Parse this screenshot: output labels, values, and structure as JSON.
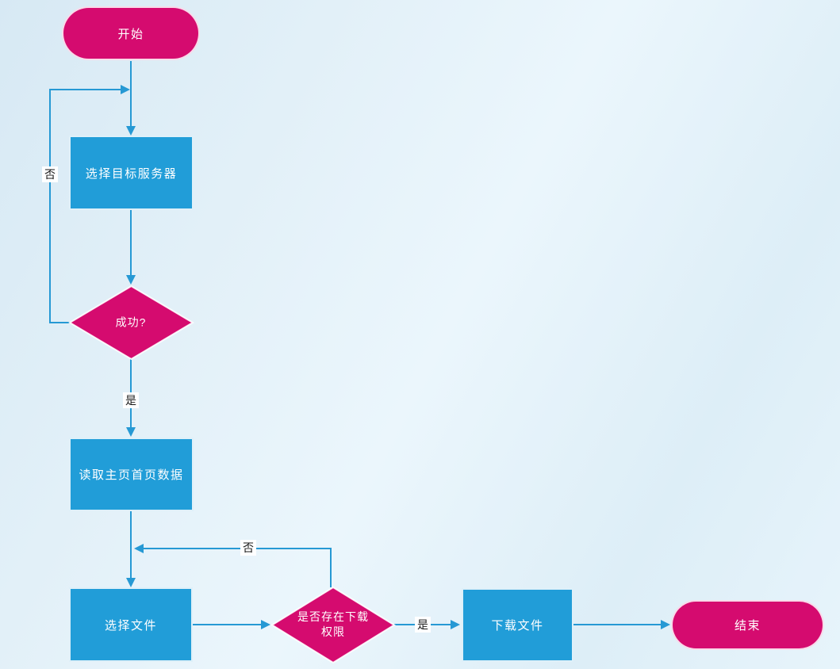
{
  "colors": {
    "process_fill": "#219dd8",
    "decision_fill": "#d50b6f",
    "terminator_fill": "#d50b6f",
    "connector": "#2699d4",
    "node_text": "#ffffff",
    "edge_label_text": "#1a1a1a",
    "edge_label_bg": "#ffffff"
  },
  "nodes": {
    "start": {
      "type": "terminator",
      "label": "开始"
    },
    "select_server": {
      "type": "process",
      "label": "选择目标服务器"
    },
    "success": {
      "type": "decision",
      "label": "成功?"
    },
    "read_homepage": {
      "type": "process",
      "label": "读取主页首页数据"
    },
    "select_file": {
      "type": "process",
      "label": "选择文件"
    },
    "download_permission": {
      "type": "decision",
      "label": "是否存在下载权限",
      "label_line1": "是否存在下载",
      "label_line2": "权限"
    },
    "download_file": {
      "type": "process",
      "label": "下载文件"
    },
    "end": {
      "type": "terminator",
      "label": "结束"
    }
  },
  "edges": {
    "success_no": {
      "from": "success",
      "to": "select_server",
      "label": "否"
    },
    "success_yes": {
      "from": "success",
      "to": "read_homepage",
      "label": "是"
    },
    "permission_no": {
      "from": "download_permission",
      "to": "select_file",
      "label": "否"
    },
    "permission_yes": {
      "from": "download_permission",
      "to": "download_file",
      "label": "是"
    }
  }
}
